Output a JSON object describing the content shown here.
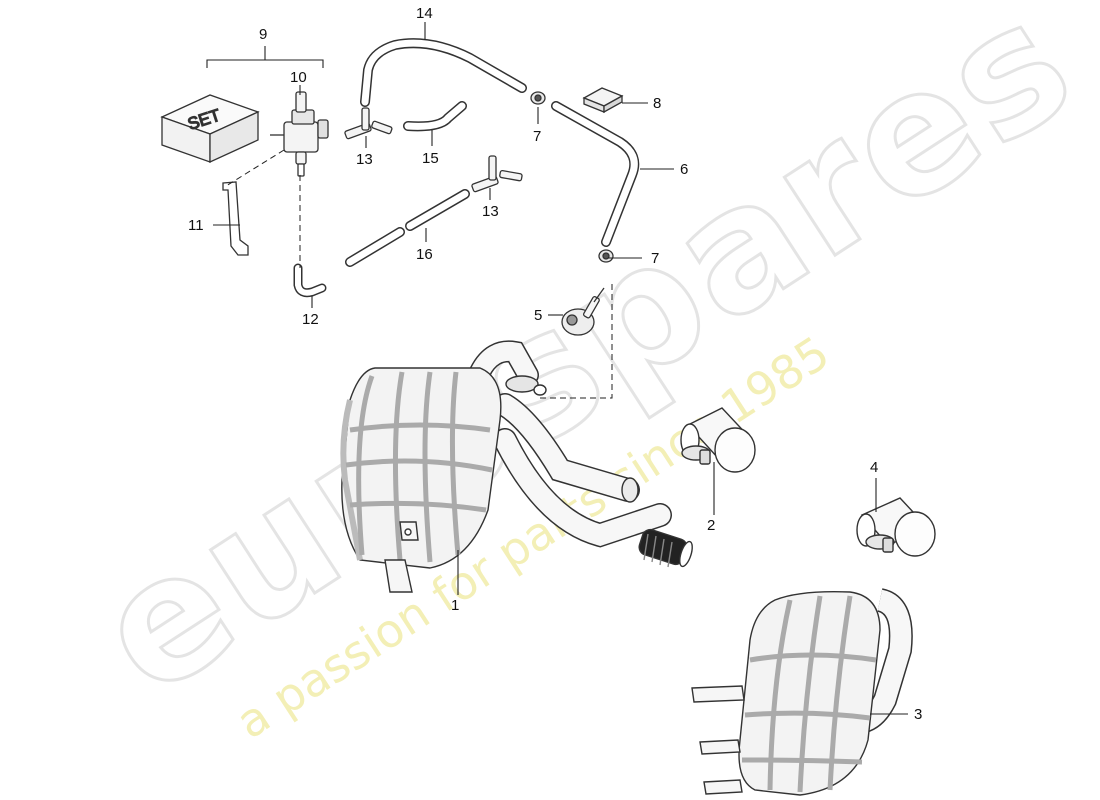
{
  "diagram": {
    "set_box_label": "SET",
    "callouts": {
      "c1": "1",
      "c2": "2",
      "c3": "3",
      "c4": "4",
      "c5": "5",
      "c6": "6",
      "c7a": "7",
      "c7b": "7",
      "c8": "8",
      "c9": "9",
      "c10": "10",
      "c11": "11",
      "c12": "12",
      "c13a": "13",
      "c13b": "13",
      "c14": "14",
      "c15": "15",
      "c16": "16"
    }
  },
  "watermark": {
    "brand": "eurospares",
    "tagline": "a passion for parts since 1985",
    "color": "#f3efb6"
  }
}
